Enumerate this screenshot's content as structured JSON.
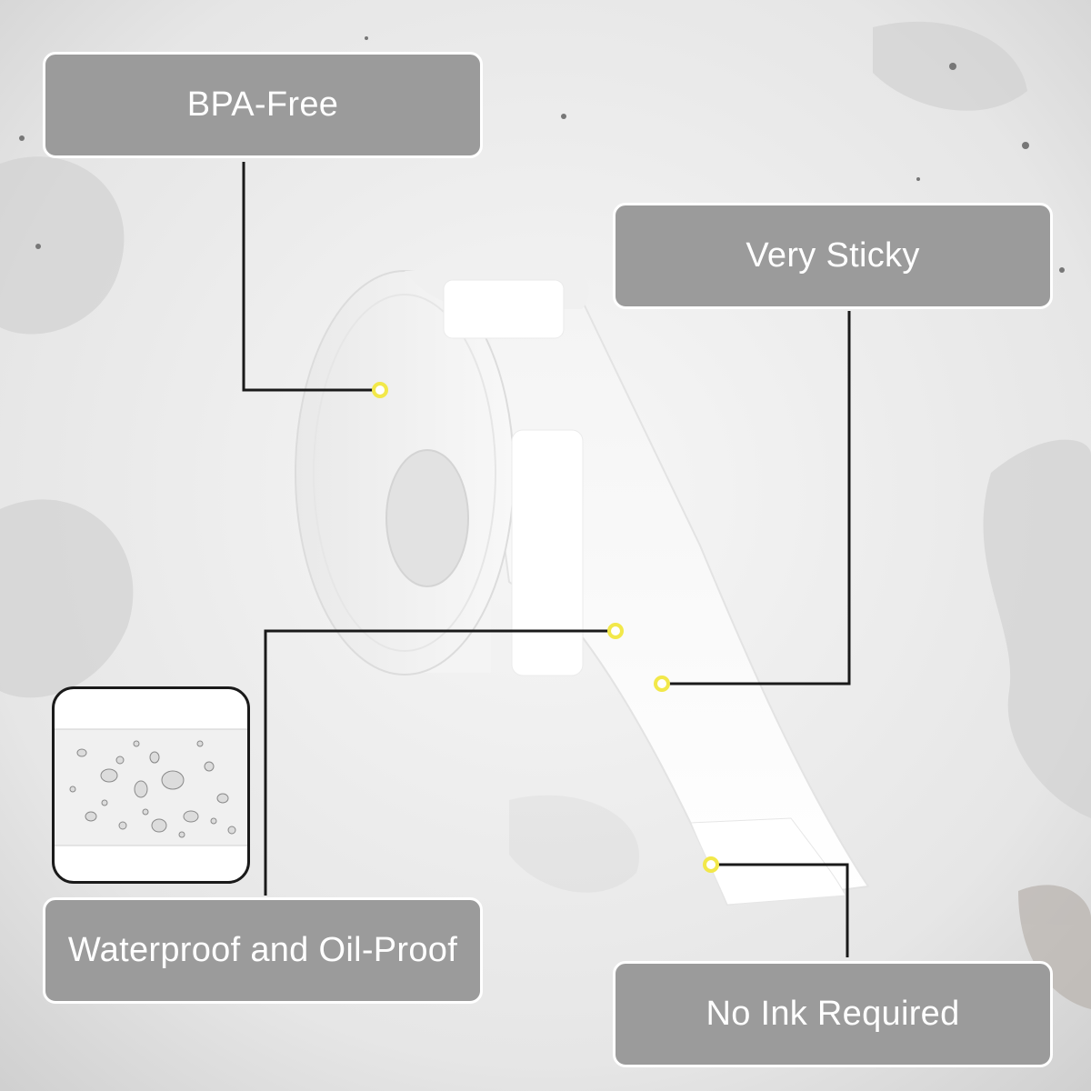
{
  "callouts": {
    "bpa_free": "BPA-Free",
    "very_sticky": "Very Sticky",
    "waterproof": "Waterproof and Oil-Proof",
    "no_ink": "No Ink Required"
  },
  "colors": {
    "callout_bg": "#9b9b9b",
    "callout_border": "#ffffff",
    "leader_line": "#1a1a1a",
    "marker": "#f2e84a",
    "background": "#ebebeb",
    "label_roll": "#ffffff"
  },
  "icons": {
    "feature_marker": "yellow-ring-dot",
    "water_droplets": "water-droplets-swatch"
  }
}
